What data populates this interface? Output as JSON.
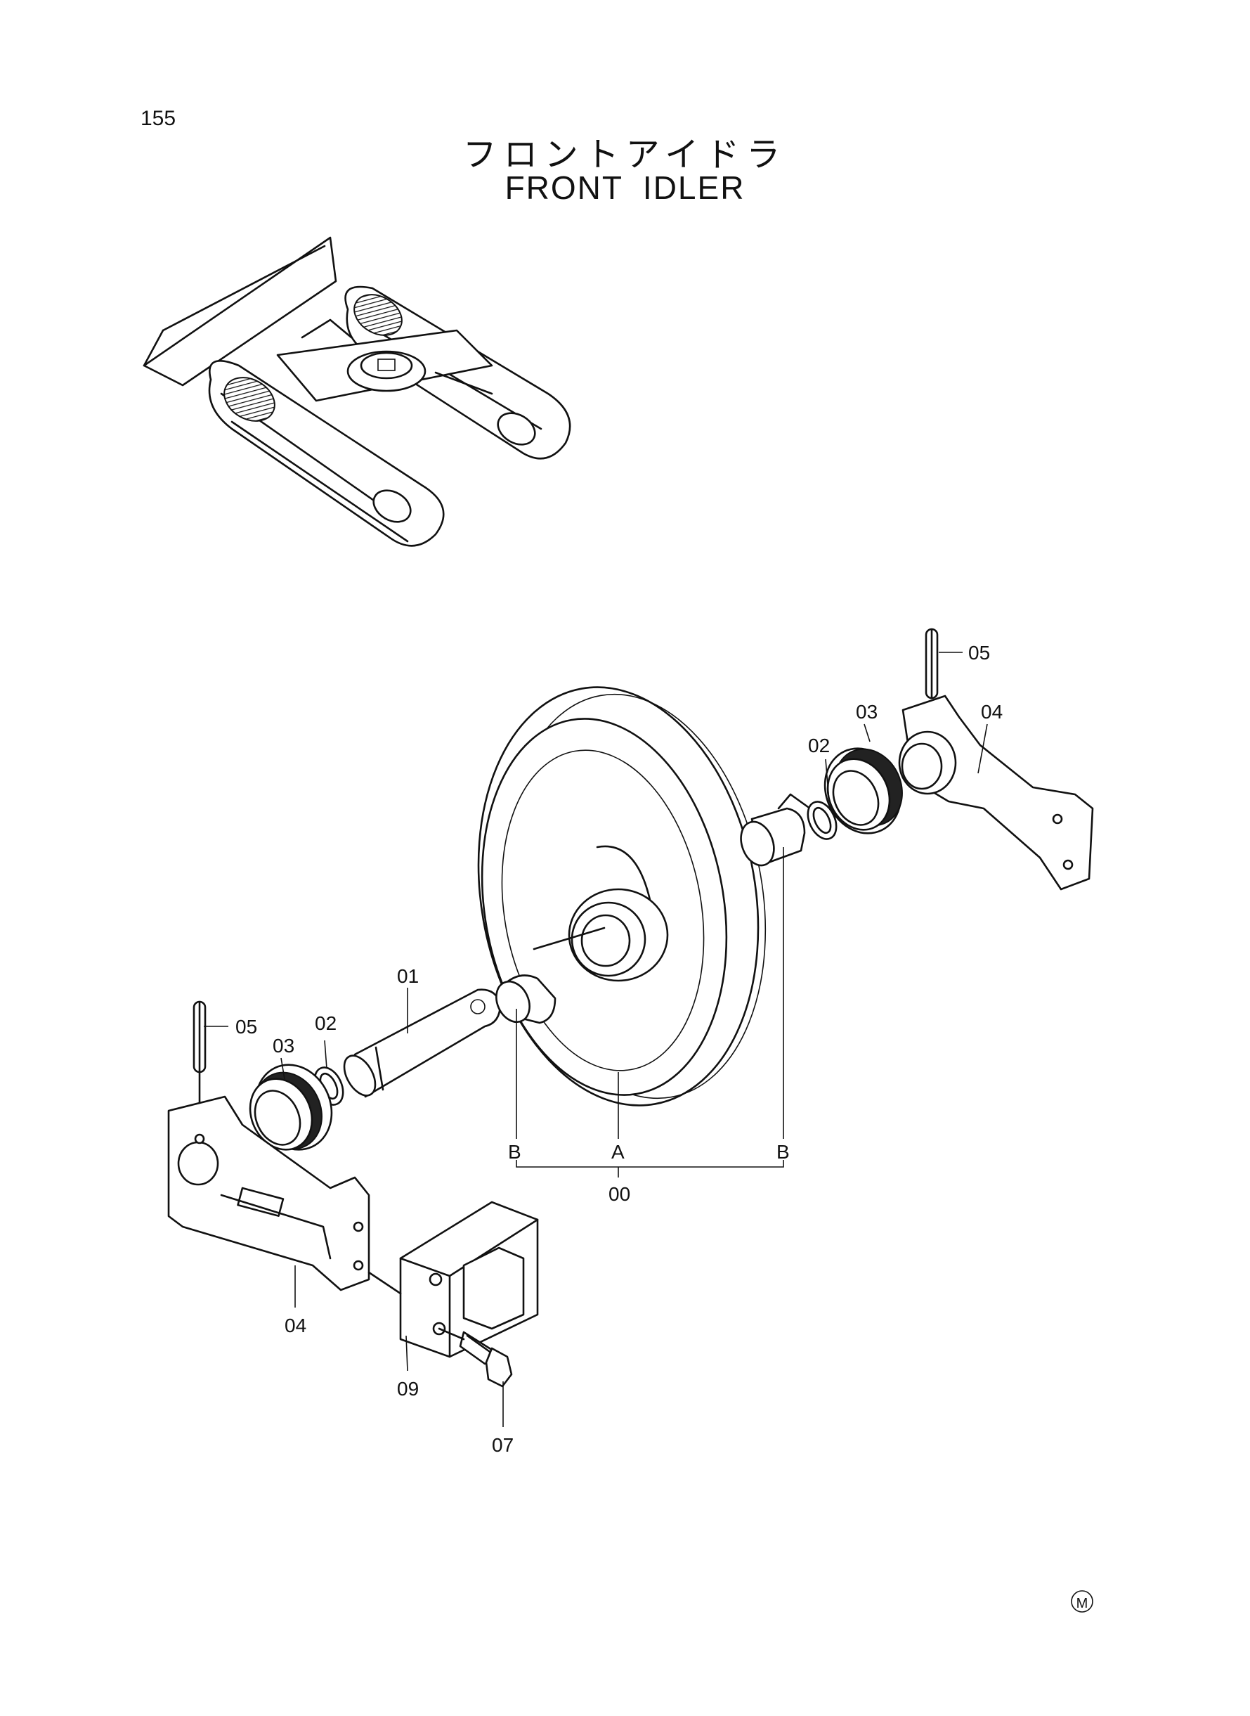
{
  "page_number": "155",
  "title_jp": "フロントアイドラ",
  "title_en": "FRONT IDLER",
  "callouts": {
    "pin_left": "05",
    "pin_right": "05",
    "seal_left": "03",
    "seal_right": "03",
    "ring_left": "02",
    "ring_right": "02",
    "shaft": "01",
    "bracket_left": "04",
    "bracket_right": "04",
    "block": "09",
    "bolt": "07",
    "idler": "A",
    "bushing_left": "B",
    "bushing_right": "B",
    "assembly": "00"
  },
  "corner_mark": "M"
}
